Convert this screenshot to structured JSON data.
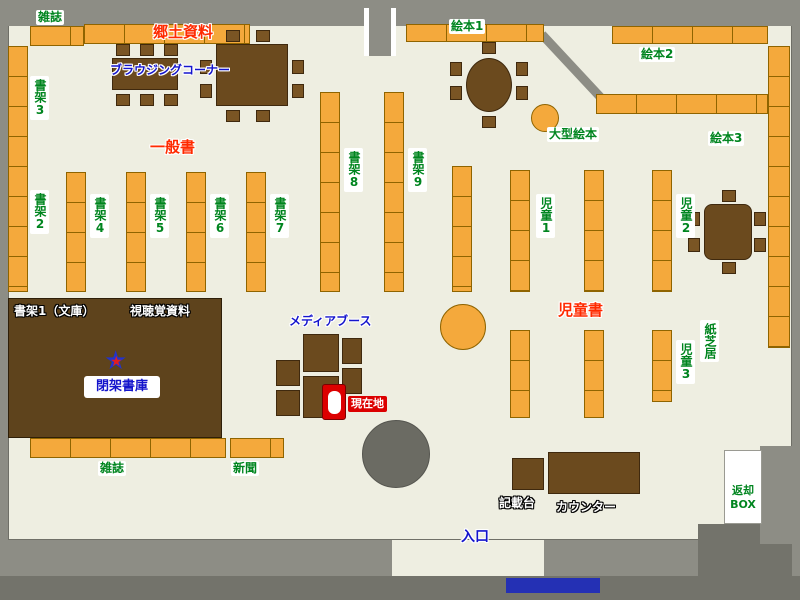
{
  "colors": {
    "floor": "#EEEEE1",
    "wall": "#8D8D85",
    "wall_dark": "#73736B",
    "shelf": "#F4A93C",
    "shelf_border": "#8F6400",
    "wood": "#6B4A1E",
    "wood_border": "#3F290E",
    "dark_stack": "#5E431C",
    "green": "#00851F",
    "red": "#FF2A00",
    "blue": "#1414CC",
    "marker": "#DC0000",
    "pillar": "#6B6B63",
    "bar_blue": "#2430B4"
  },
  "icons": {
    "star": "★"
  },
  "labels": {
    "magazine_top": "雑誌",
    "local_materials": "郷土資料",
    "browsing_corner": "ブラウジングコーナー",
    "shelf2": "書架2",
    "shelf3": "書架3",
    "general_books": "一般書",
    "shelf4": "書架4",
    "shelf5": "書架5",
    "shelf6": "書架6",
    "shelf7": "書架7",
    "shelf8": "書架8",
    "shelf9": "書架9",
    "picture_book1": "絵本1",
    "picture_book2": "絵本2",
    "picture_book3": "絵本3",
    "large_picture_book": "大型絵本",
    "children1": "児童1",
    "children2": "児童2",
    "children3": "児童3",
    "children_books": "児童書",
    "kamishibai": "紙芝居",
    "shelf1_bunko": "書架1（文庫）",
    "av_materials": "視聴覚資料",
    "closed_stacks": "閉架書庫",
    "media_booth": "メディアブース",
    "current_location": "現在地",
    "magazines_bottom": "雑誌",
    "newspapers": "新聞",
    "writing_desk": "記載台",
    "counter": "カウンター",
    "return_line1": "返却",
    "return_line2": "BOX",
    "entrance": "入口"
  }
}
